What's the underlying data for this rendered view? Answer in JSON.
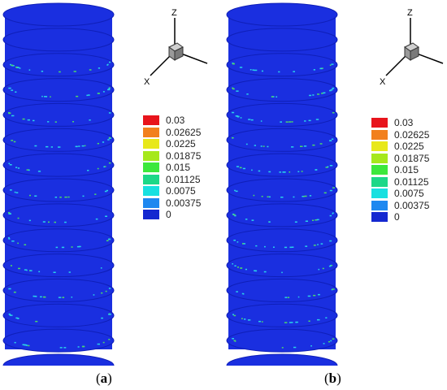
{
  "legend": {
    "levels": [
      "0.03",
      "0.02625",
      "0.0225",
      "0.01875",
      "0.015",
      "0.01125",
      "0.0075",
      "0.00375",
      "0"
    ],
    "colors": [
      "#e8141c",
      "#f2801e",
      "#e8e81a",
      "#a6e81c",
      "#3ce83c",
      "#1cd888",
      "#18e0e0",
      "#1e88f0",
      "#1428d0"
    ]
  },
  "axes": {
    "z_label": "Z",
    "x_label": "X"
  },
  "panels": [
    {
      "id": "a",
      "caption_open": "(",
      "caption_letter": "a",
      "caption_close": ")"
    },
    {
      "id": "b",
      "caption_open": "(",
      "caption_letter": "b",
      "caption_close": ")"
    }
  ],
  "colors": {
    "cylinder": "#1a2fe0",
    "ring_shadow": "#0f1fb8",
    "speck_hi": "#2ad0e8",
    "speck_mid": "#4cd66a"
  }
}
